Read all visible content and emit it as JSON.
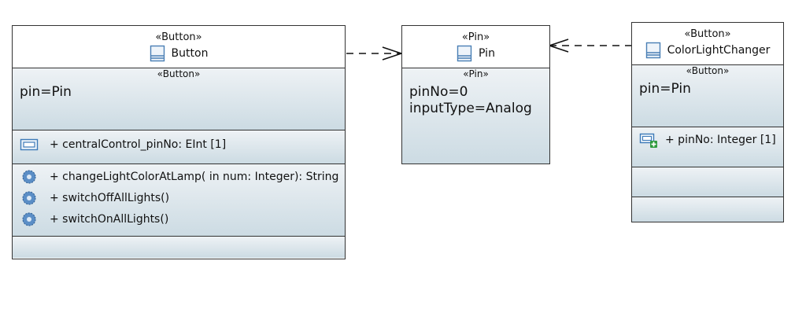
{
  "button_class": {
    "stereotype": "«Button»",
    "name": "Button",
    "tagged_stereotype": "«Button»",
    "tagged_value": "pin=Pin",
    "attributes": [
      {
        "text": "+ centralControl_pinNo: EInt [1]",
        "icon": "attribute-icon"
      }
    ],
    "operations": [
      {
        "text": "+ changeLightColorAtLamp(  in num: Integer): String",
        "icon": "operation-gear-icon"
      },
      {
        "text": "+ switchOffAllLights()",
        "icon": "operation-gear-icon"
      },
      {
        "text": "+ switchOnAllLights()",
        "icon": "operation-gear-icon"
      }
    ]
  },
  "pin_class": {
    "stereotype": "«Pin»",
    "name": "Pin",
    "tagged_stereotype": "«Pin»",
    "tagged_values": [
      "pinNo=0",
      "inputType=Analog"
    ]
  },
  "colorlightchanger_class": {
    "stereotype": "«Button»",
    "name": "ColorLightChanger",
    "tagged_stereotype": "«Button»",
    "tagged_value": "pin=Pin",
    "attributes": [
      {
        "text": "+ pinNo: Integer [1]",
        "icon": "attribute-add-icon"
      }
    ]
  },
  "edges": [
    {
      "from": "Button",
      "to": "Pin",
      "style": "dashed-dependency"
    },
    {
      "from": "ColorLightChanger",
      "to": "Pin",
      "style": "dashed-dependency"
    }
  ]
}
